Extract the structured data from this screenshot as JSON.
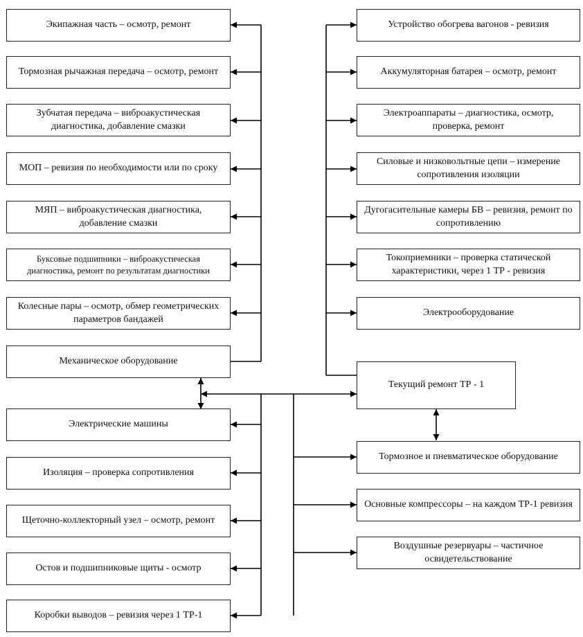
{
  "left_top": [
    "Экипажная часть – осмотр, ремонт",
    "Тормозная рычажная передача – осмотр, ремонт",
    "Зубчатая передача – виброакустическая диагностика, добавление смазки",
    "МОП – ревизия по необходимости или по сроку",
    "МЯП – виброакустическая диагностика, добавление смазки",
    "Буксовые подшипники – виброакустическая диагностика, ремонт по результатам диагностики",
    "Колесные пары – осмотр, обмер геометрических параметров бандажей",
    "Механическое оборудование"
  ],
  "right_top": [
    "Устройство обогрева вагонов - ревизия",
    "Аккумуляторная батарея – осмотр, ремонт",
    "Электроаппараты – диагностика, осмотр, проверка, ремонт",
    "Силовые и низковольтные цепи – измерение сопротивления изоляции",
    "Дугогасительные камеры БВ – ревизия, ремонт по сопротивлению",
    "Токоприемники – проверка статической характеристики, через 1 ТР - ревизия",
    "Электрооборудование"
  ],
  "center": "Текущий ремонт ТР - 1",
  "left_bottom": [
    "Электрические машины",
    "Изоляция – проверка сопротивления",
    "Щеточно-коллекторный узел – осмотр, ремонт",
    "Остов и подшипниковые щиты - осмотр",
    "Коробки выводов – ревизия через 1 ТР-1"
  ],
  "right_bottom": [
    "Тормозное и пневматическое оборудование",
    "Основные компрессоры – на каждом ТР-1 ревизия",
    "Воздушные резервуары – частичное освидетельствование"
  ]
}
